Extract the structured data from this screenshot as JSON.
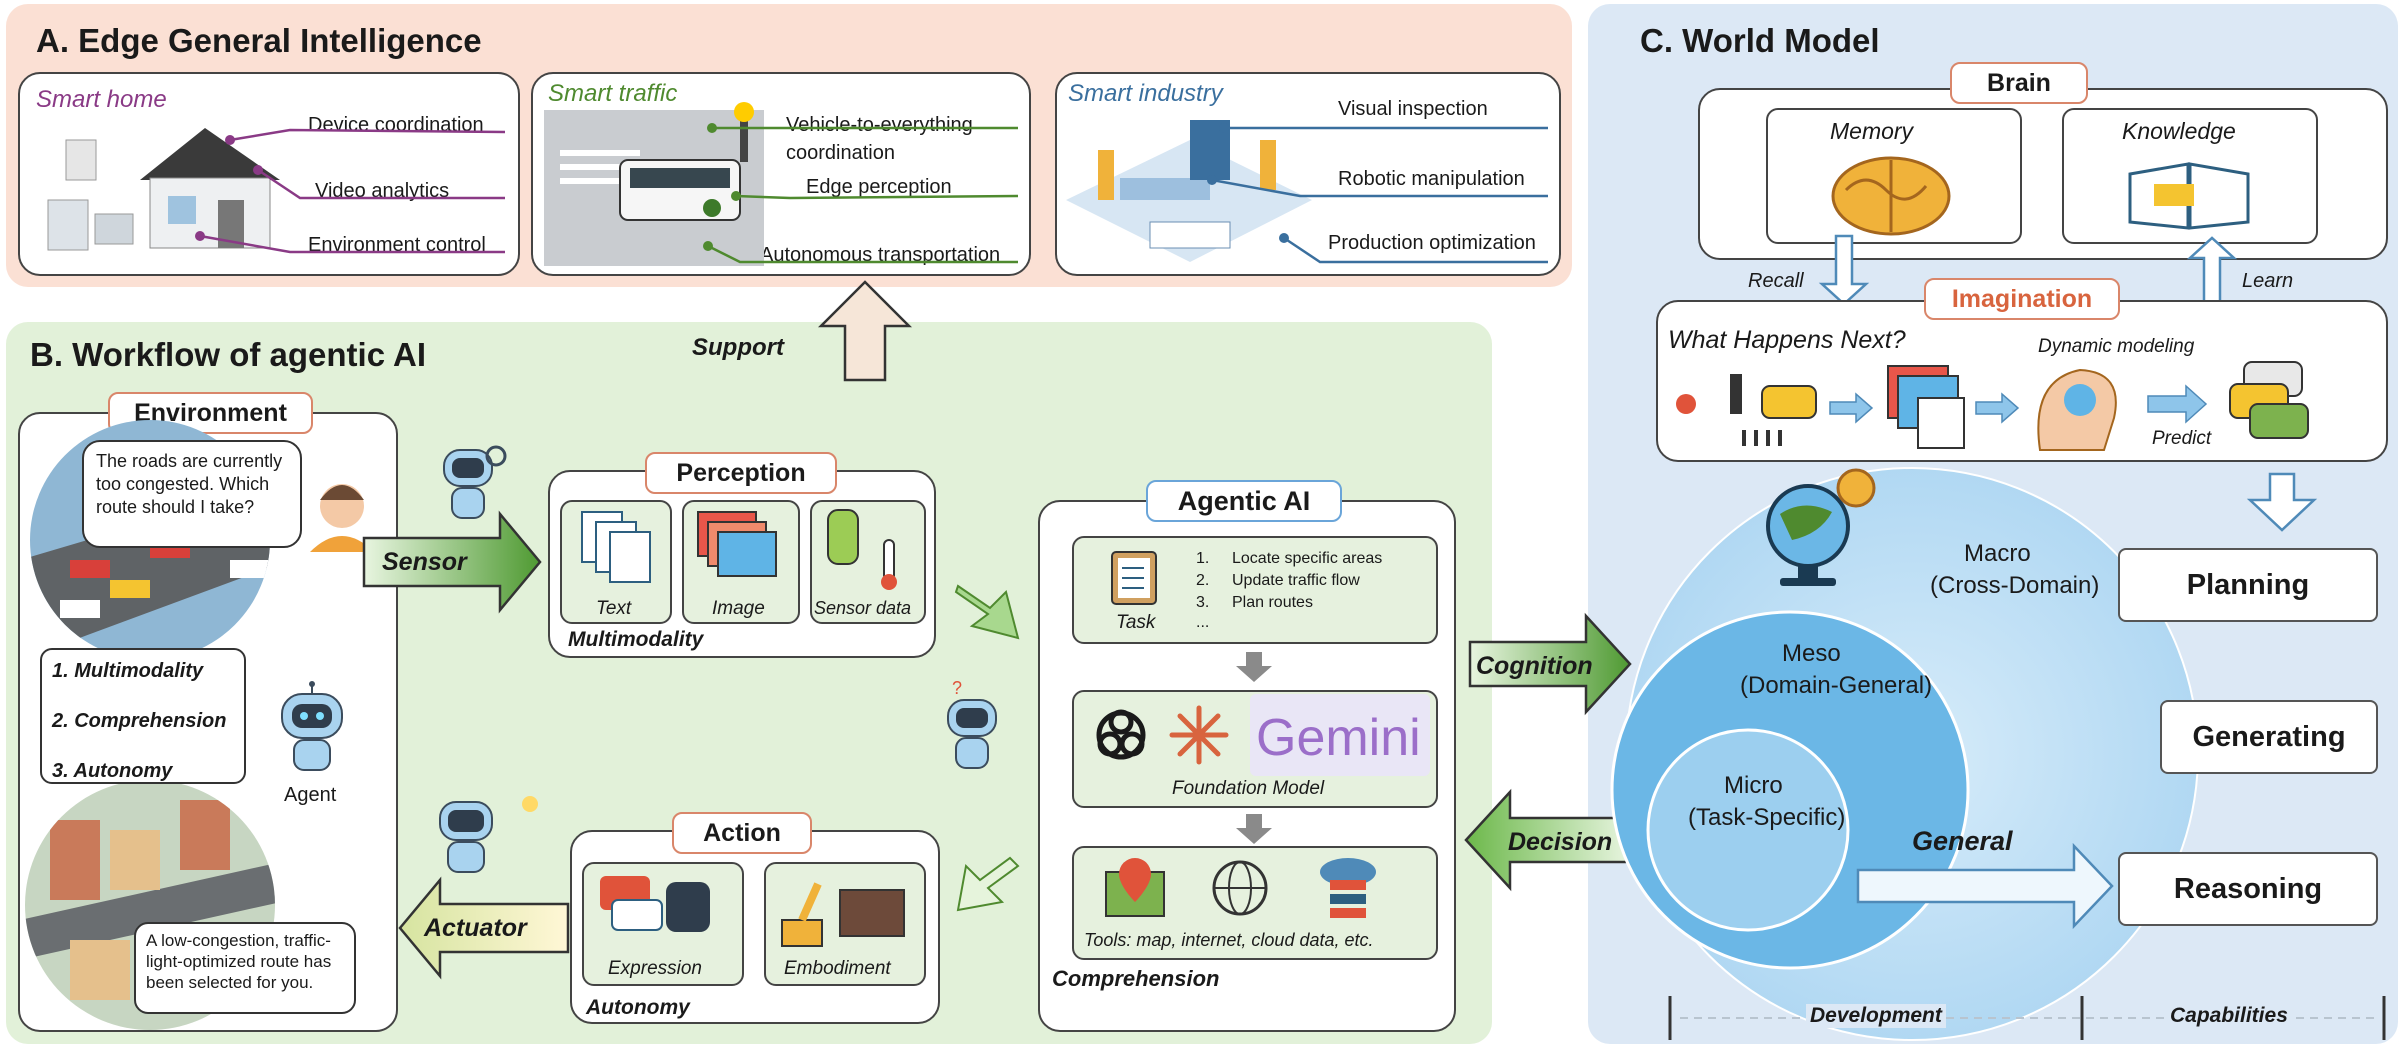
{
  "panel_a": {
    "title": "A. Edge General Intelligence",
    "smart_home": {
      "title": "Smart home",
      "items": [
        "Device coordination",
        "Video analytics",
        "Environment control"
      ]
    },
    "smart_traffic": {
      "title": "Smart traffic",
      "items": [
        "Vehicle-to-everything",
        "coordination",
        "Edge perception",
        "Autonomous transportation"
      ]
    },
    "smart_industry": {
      "title": "Smart industry",
      "items": [
        "Visual inspection",
        "Robotic manipulation",
        "Production optimization"
      ]
    }
  },
  "support_label": "Support",
  "panel_b": {
    "title": "B. Workflow of agentic AI",
    "environment": {
      "title": "Environment",
      "bubble_query": "The roads are currently too congested. Which route should I take?",
      "features": [
        "1. Multimodality",
        "2. Comprehension",
        "3. Autonomy"
      ],
      "agent_label": "Agent",
      "bubble_answer": "A low-congestion, traffic-light-optimized route has been selected for you."
    },
    "sensor_label": "Sensor",
    "actuator_label": "Actuator",
    "perception": {
      "title": "Perception",
      "items": [
        "Text",
        "Image",
        "Sensor data"
      ],
      "caption": "Multimodality"
    },
    "action": {
      "title": "Action",
      "items": [
        "Expression",
        "Embodiment"
      ],
      "caption": "Autonomy"
    },
    "agentic_ai": {
      "title": "Agentic AI",
      "task_steps": [
        "1.",
        "Locate specific areas",
        "2.",
        "Update traffic flow",
        "3.",
        "Plan routes",
        "..."
      ],
      "task_label": "Task",
      "gemini_label": "Gemini",
      "foundation_label": "Foundation Model",
      "tools_label": "Tools: map, internet, cloud data, etc.",
      "caption": "Comprehension"
    }
  },
  "cognition_label": "Cognition",
  "decision_label": "Decision",
  "panel_c": {
    "title": "C. World Model",
    "brain": {
      "title": "Brain",
      "memory_label": "Memory",
      "knowledge_label": "Knowledge"
    },
    "recall_label": "Recall",
    "learn_label": "Learn",
    "imagination": {
      "title": "Imagination",
      "question": "What Happens Next?",
      "dynamic_label": "Dynamic modeling",
      "predict_label": "Predict"
    },
    "levels": {
      "macro": [
        "Macro",
        "(Cross-Domain)"
      ],
      "meso": [
        "Meso",
        "(Domain-General)"
      ],
      "micro": [
        "Micro",
        "(Task-Specific)"
      ],
      "general": "General"
    },
    "capabilities": [
      "Planning",
      "Generating",
      "Reasoning"
    ],
    "footer": [
      "Development",
      "Capabilities"
    ]
  },
  "colors": {
    "panel_a_bg": "#fbe0d4",
    "panel_b_bg": "#e2f1d9",
    "panel_c_bg": "#dce8f5",
    "tag_orange": "#d9866a",
    "tag_blue": "#6aa5d9",
    "purple_line": "#8a3a86",
    "green_line": "#4f8a2f",
    "blue_line": "#3a6f9e",
    "green_arrow": "#5aa43c"
  }
}
